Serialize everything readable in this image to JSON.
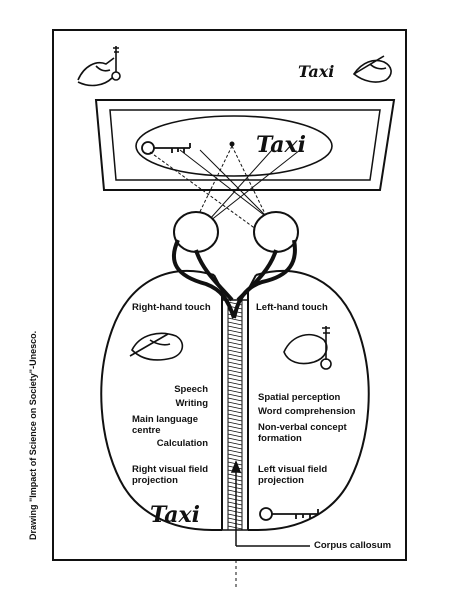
{
  "credit": "Drawing \"Impact of Science on Society\"-Unesco.",
  "screen_word": "Taxi",
  "top_right_word": "Taxi",
  "bottom_word": "Taxi",
  "labels": {
    "right_hand_touch": "Right-hand touch",
    "left_hand_touch": "Left-hand touch",
    "speech": "Speech",
    "writing": "Writing",
    "main_language_centre": "Main language\ncentre",
    "calculation": "Calculation",
    "right_visual_field": "Right visual field\nprojection",
    "spatial_perception": "Spatial perception",
    "word_comprehension": "Word comprehension",
    "non_verbal": "Non-verbal concept\nformation",
    "left_visual_field": "Left visual field\nprojection",
    "corpus_callosum": "Corpus callosum"
  }
}
